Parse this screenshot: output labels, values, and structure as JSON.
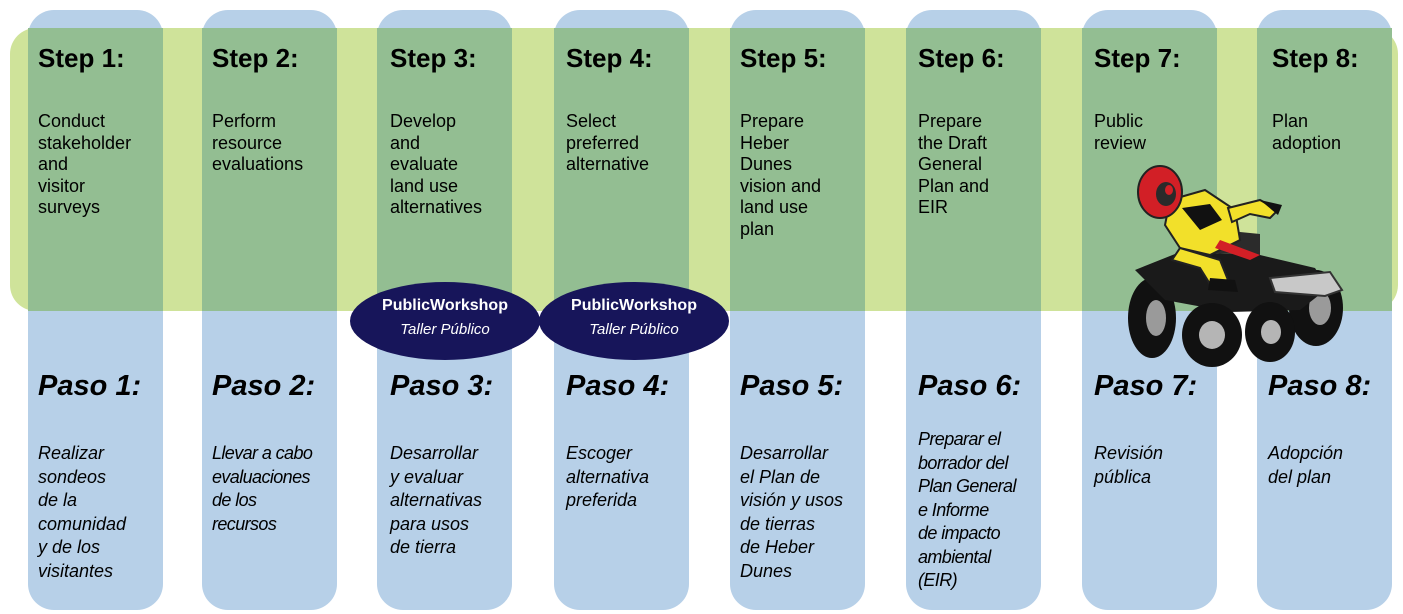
{
  "steps": [
    {
      "en_title": "Step 1:",
      "en_desc": "Conduct\nstakeholder\nand\nvisitor\nsurveys",
      "es_title": "Paso 1:",
      "es_desc": "Realizar\nsondeos\nde la\ncomunidad\ny de los\nvisitantes"
    },
    {
      "en_title": "Step 2:",
      "en_desc": "Perform\nresource\nevaluations",
      "es_title": "Paso 2:",
      "es_desc": "Llevar a cabo\nevaluaciones\nde los\nrecursos"
    },
    {
      "en_title": "Step 3:",
      "en_desc": "Develop\nand\nevaluate\nland use\nalternatives",
      "es_title": "Paso 3:",
      "es_desc": "Desarrollar\ny evaluar\nalternativas\npara usos\nde tierra"
    },
    {
      "en_title": "Step 4:",
      "en_desc": "Select\npreferred\nalternative",
      "es_title": "Paso 4:",
      "es_desc": "Escoger\nalternativa\npreferida"
    },
    {
      "en_title": "Step 5:",
      "en_desc": "Prepare\nHeber\nDunes\nvision and\nland use\nplan",
      "es_title": "Paso 5:",
      "es_desc": "Desarrollar\nel Plan de\nvisión y usos\nde tierras\nde Heber\nDunes"
    },
    {
      "en_title": "Step 6:",
      "en_desc": "Prepare\nthe Draft\nGeneral\nPlan and\nEIR",
      "es_title": "Paso 6:",
      "es_desc": "Preparar el\nborrador del\nPlan General\ne Informe\nde impacto\nambiental\n(EIR)"
    },
    {
      "en_title": "Step 7:",
      "en_desc": "Public\nreview",
      "es_title": "Paso 7:",
      "es_desc": "Revisión\npública"
    },
    {
      "en_title": "Step 8:",
      "en_desc": "Plan\nadoption",
      "es_title": "Paso 8:",
      "es_desc": "Adopción\ndel plan"
    }
  ],
  "workshops": [
    {
      "title": "PublicWorkshop",
      "subtitle": "Taller Público"
    },
    {
      "title": "PublicWorkshop",
      "subtitle": "Taller Público"
    }
  ],
  "colors": {
    "column": "#b7d0e8",
    "band": "#cfe39a",
    "overlap": "#93be92",
    "workshop": "#17155a"
  },
  "icons": [
    "atv-rider-icon"
  ]
}
